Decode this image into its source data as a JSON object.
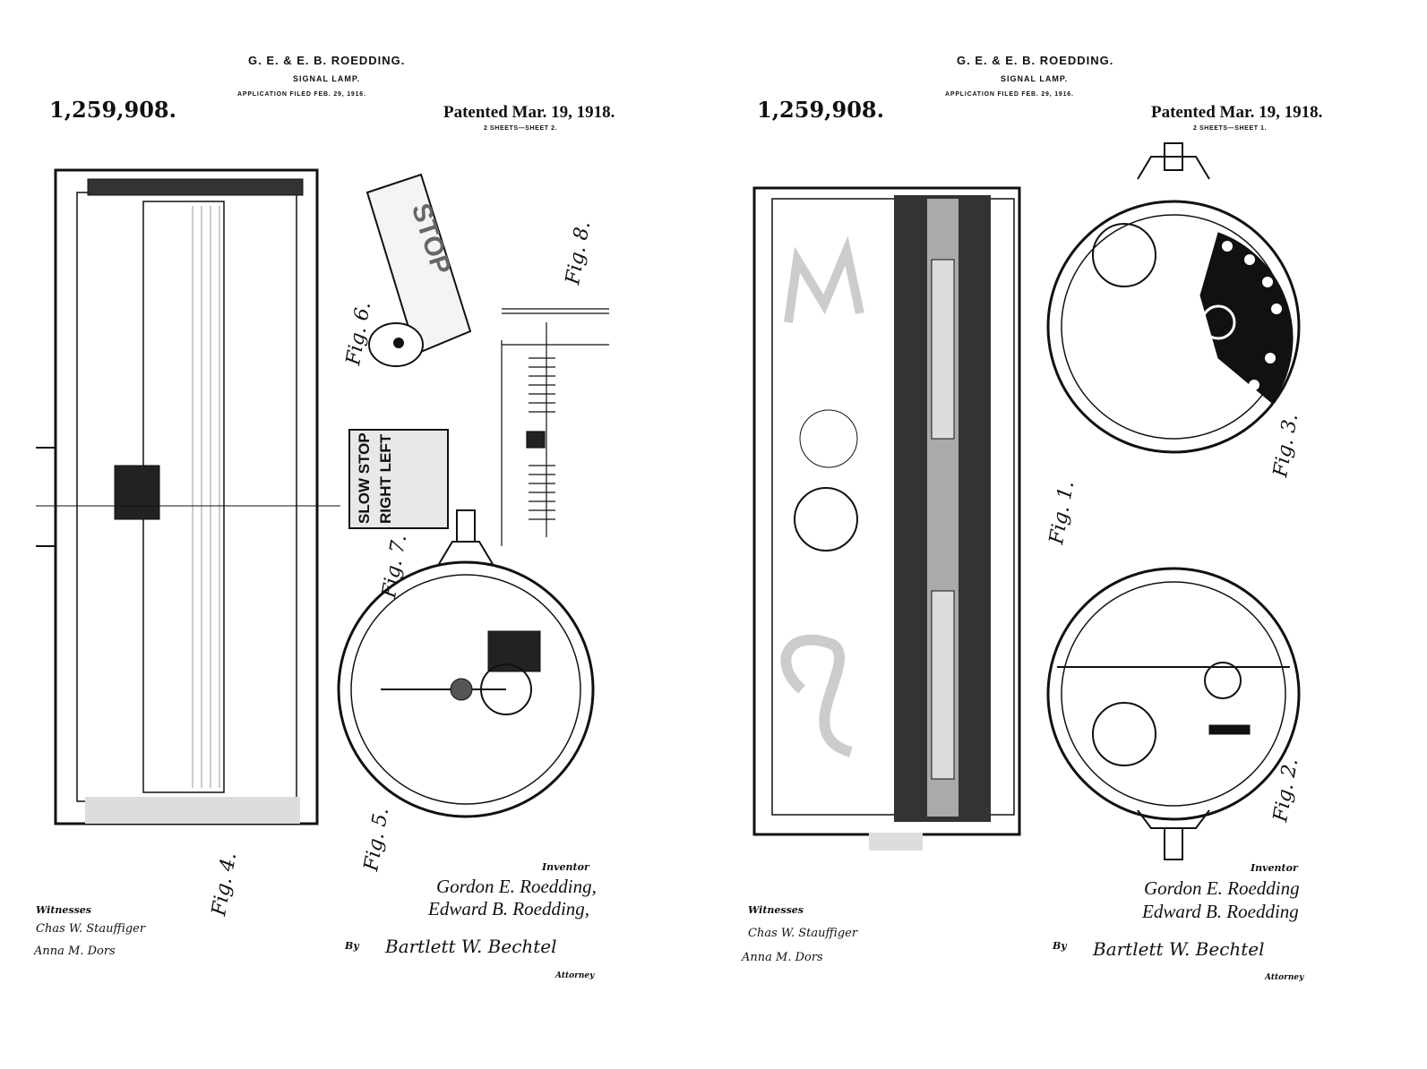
{
  "sheets": [
    {
      "header": {
        "inventors": "G. E. & E. B. ROEDDING.",
        "title": "SIGNAL LAMP.",
        "application": "APPLICATION FILED FEB. 29, 1916.",
        "patent_number": "1,259,908.",
        "patented": "Patented Mar. 19, 1918.",
        "sheet": "2 SHEETS—SHEET 2."
      },
      "figures": [
        "Fig. 4.",
        "Fig. 5.",
        "Fig. 6.",
        "Fig. 7.",
        "Fig. 8."
      ],
      "card_words": [
        "SLOW",
        "STOP",
        "RIGHT",
        "LEFT"
      ],
      "roller_word": "STOP",
      "footer": {
        "witnesses_label": "Witnesses",
        "witness_signatures": [
          "Chas W. Stauffiger",
          "Anna M. Dors"
        ],
        "inventor_label": "Inventor",
        "inventor_names": [
          "Gordon E. Roedding,",
          "Edward B. Roedding,"
        ],
        "by_label": "By",
        "attorney_signature": "Bartlett W. Bechtel",
        "attorney_label": "Attorney"
      }
    },
    {
      "header": {
        "inventors": "G. E. & E. B. ROEDDING.",
        "title": "SIGNAL LAMP.",
        "application": "APPLICATION FILED FEB. 29, 1916.",
        "patent_number": "1,259,908.",
        "patented": "Patented Mar. 19, 1918.",
        "sheet": "2 SHEETS—SHEET 1."
      },
      "figures": [
        "Fig. 1.",
        "Fig. 2.",
        "Fig. 3."
      ],
      "footer": {
        "witnesses_label": "Witnesses",
        "witness_signatures": [
          "Chas W. Stauffiger",
          "Anna M. Dors"
        ],
        "inventor_label": "Inventor",
        "inventor_names": [
          "Gordon E. Roedding",
          "Edward B. Roedding"
        ],
        "by_label": "By",
        "attorney_signature": "Bartlett W. Bechtel",
        "attorney_label": "Attorney"
      }
    }
  ]
}
